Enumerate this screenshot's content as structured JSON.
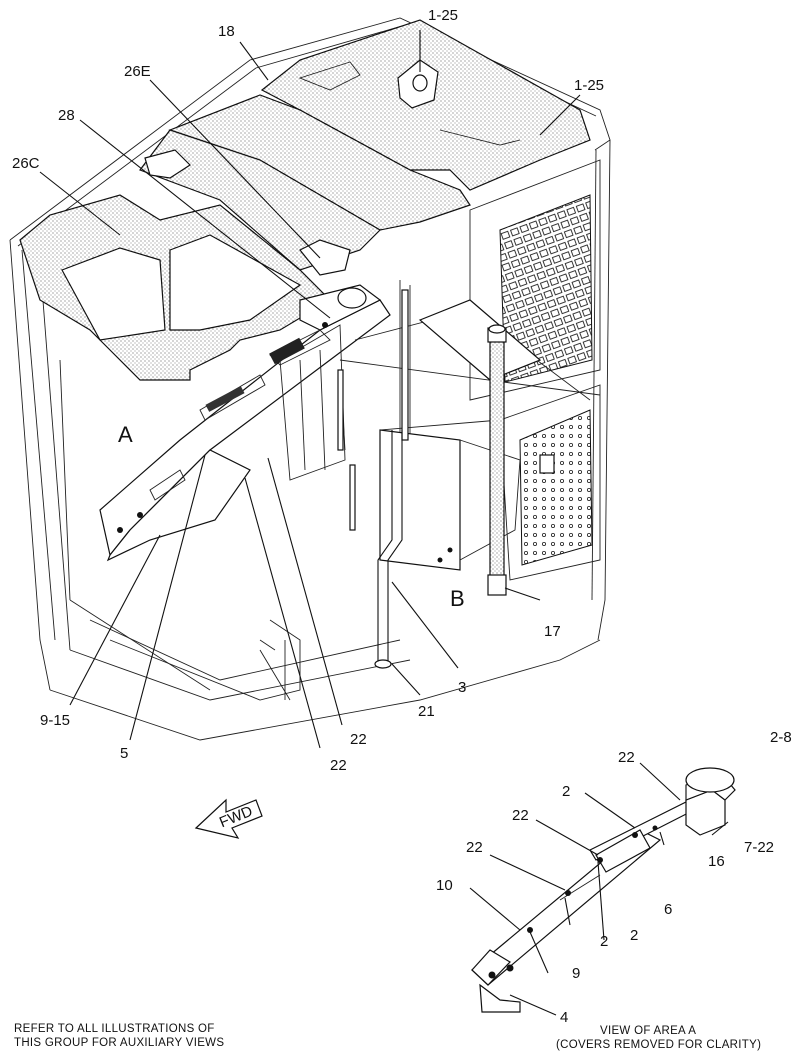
{
  "callouts": {
    "c_1_25_top": "1-25",
    "c_18": "18",
    "c_26e": "26E",
    "c_1_25_right": "1-25",
    "c_28": "28",
    "c_26c": "26C",
    "c_a": "A",
    "c_b": "B",
    "c_17": "17",
    "c_3": "3",
    "c_21": "21",
    "c_22_a": "22",
    "c_22_b": "22",
    "c_9_15": "9-15",
    "c_5": "5",
    "c_fwd": "FWD",
    "d_22_top": "22",
    "d_2_8": "2-8",
    "d_2_top": "2",
    "d_22_mid": "22",
    "d_16": "16",
    "d_7_22": "7-22",
    "d_22_left": "22",
    "d_6": "6",
    "d_10": "10",
    "d_2_bot_a": "2",
    "d_2_bot_b": "2",
    "d_9": "9",
    "d_4": "4"
  },
  "notes": {
    "refer_line1": "REFER TO ALL ILLUSTRATIONS OF",
    "refer_line2": "THIS GROUP FOR AUXILIARY VIEWS",
    "view_line1": "VIEW OF AREA  A",
    "view_line2": "(COVERS REMOVED FOR CLARITY)"
  }
}
